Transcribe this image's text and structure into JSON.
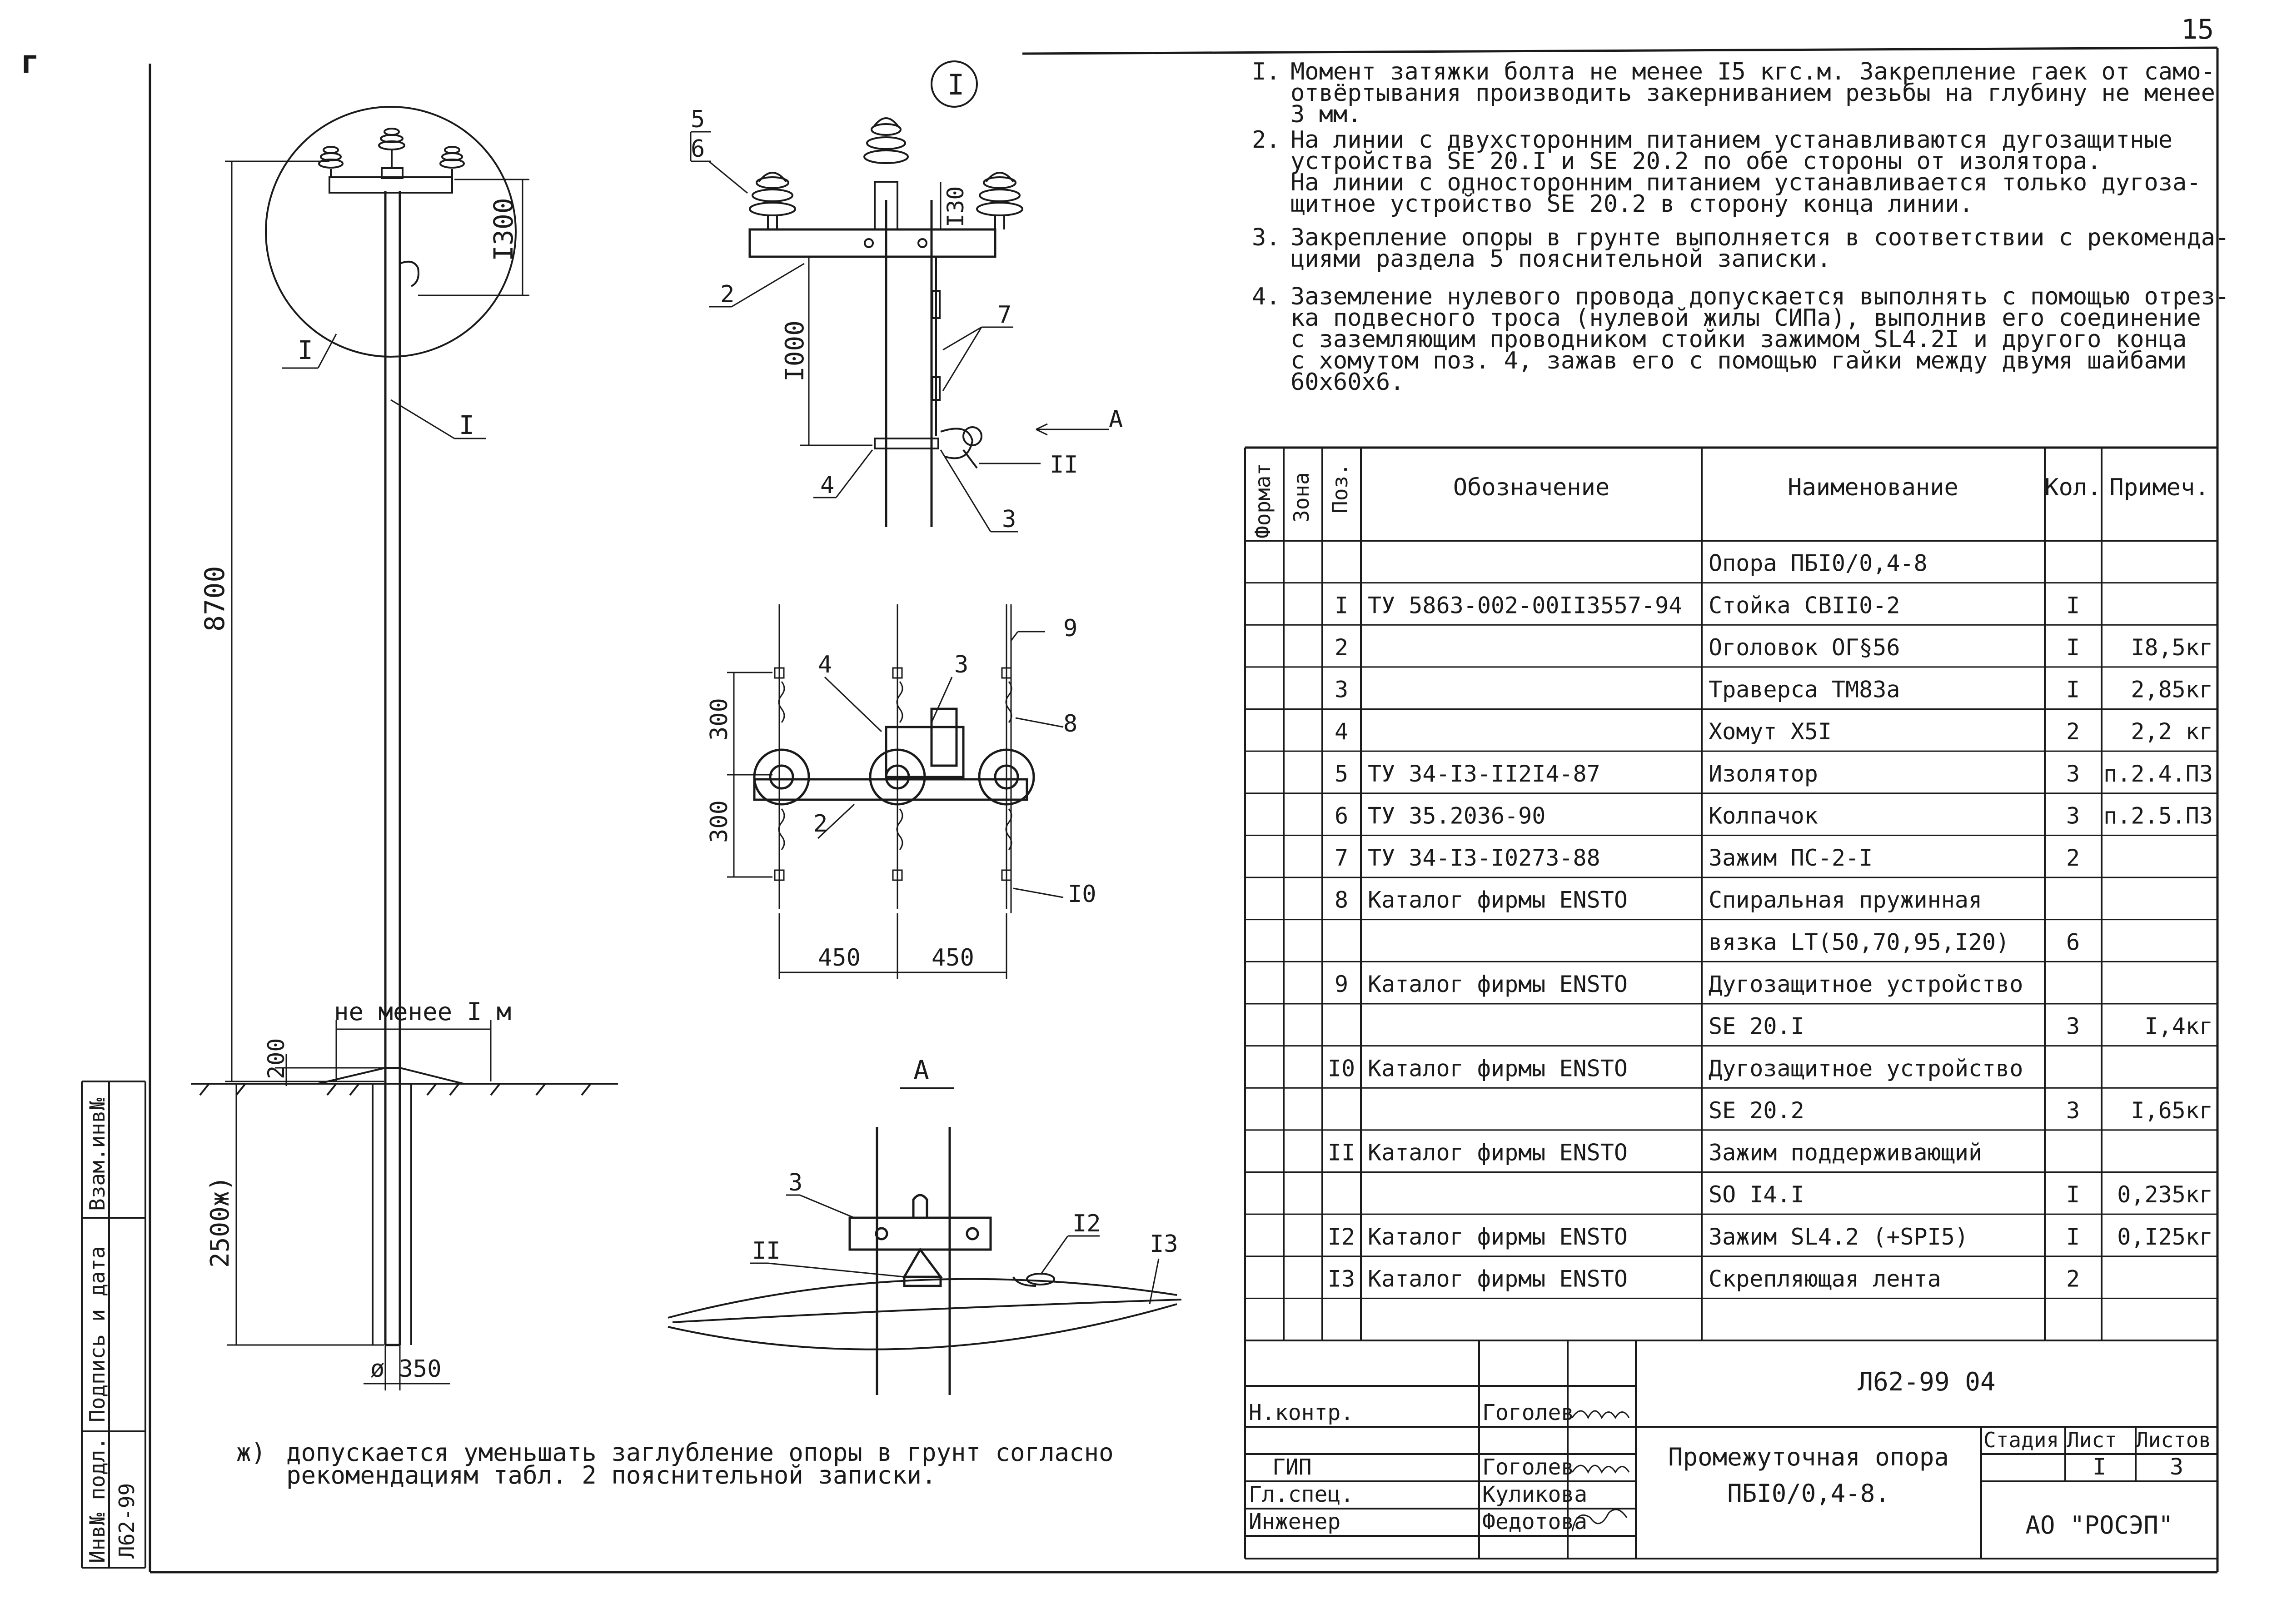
{
  "page_number": "15",
  "corner_mark": "г",
  "notes": [
    {
      "num": "I.",
      "lines": [
        "Момент затяжки болта не менее I5 кгс.м. Закрепление гаек от само-",
        "отвёртывания производить закерниванием резьбы на глубину не менее",
        "3 мм."
      ]
    },
    {
      "num": "2.",
      "lines": [
        "На линии с двухсторонним питанием устанавливаются дугозащитные",
        "устройства SE 20.I и SE 20.2 по обе стороны от изолятора.",
        "На линии с односторонним питанием устанавливается только дугоза-",
        "щитное устройство SE 20.2 в сторону конца линии."
      ]
    },
    {
      "num": "3.",
      "lines": [
        "Закрепление опоры в грунте выполняется в соответствии с рекоменда-",
        "циями раздела 5 пояснительной записки."
      ]
    },
    {
      "num": "4.",
      "lines": [
        "Заземление нулевого провода допускается выполнять с помощью отрез-",
        "ка подвесного троса (нулевой жилы СИПа), выполнив его соединение",
        "с заземляющим проводником стойки зажимом SL4.2I и другого конца",
        "с хомутом поз. 4, зажав его с помощью гайки между двумя шайбами",
        "60x60x6."
      ]
    }
  ],
  "spec_table": {
    "headers": {
      "format": "Формат",
      "zone": "Зона",
      "pos": "Поз.",
      "designation": "Обозначение",
      "name": "Наименование",
      "qty": "Кол.",
      "note": "Примеч."
    },
    "rows": [
      {
        "pos": "",
        "designation": "",
        "name": "Опора ПБI0/0,4-8",
        "qty": "",
        "note": ""
      },
      {
        "pos": "I",
        "designation": "ТУ 5863-002-00II3557-94",
        "name": "Стойка СВII0-2",
        "qty": "I",
        "note": ""
      },
      {
        "pos": "2",
        "designation": "",
        "name": "Оголовок ОГ§56",
        "qty": "I",
        "note": "I8,5кг"
      },
      {
        "pos": "3",
        "designation": "",
        "name": "Траверса ТМ83а",
        "qty": "I",
        "note": "2,85кг"
      },
      {
        "pos": "4",
        "designation": "",
        "name": "Хомут Х5I",
        "qty": "2",
        "note": "2,2 кг"
      },
      {
        "pos": "5",
        "designation": "ТУ 34-I3-II2I4-87",
        "name": "Изолятор",
        "qty": "3",
        "note": "п.2.4.ПЗ"
      },
      {
        "pos": "6",
        "designation": "ТУ 35.2036-90",
        "name": "Колпачок",
        "qty": "3",
        "note": "п.2.5.ПЗ"
      },
      {
        "pos": "7",
        "designation": "ТУ 34-I3-I0273-88",
        "name": "Зажим ПС-2-I",
        "qty": "2",
        "note": ""
      },
      {
        "pos": "8",
        "designation": "Каталог фирмы ENSTO",
        "name": "Спиральная пружинная",
        "qty": "",
        "note": ""
      },
      {
        "pos": "",
        "designation": "",
        "name": "вязка LT(50,70,95,I20)",
        "qty": "6",
        "note": ""
      },
      {
        "pos": "9",
        "designation": "Каталог фирмы ENSTO",
        "name": "Дугозащитное устройство",
        "qty": "",
        "note": ""
      },
      {
        "pos": "",
        "designation": "",
        "name": "SE 20.I",
        "qty": "3",
        "note": "I,4кг"
      },
      {
        "pos": "I0",
        "designation": "Каталог фирмы ENSTO",
        "name": "Дугозащитное устройство",
        "qty": "",
        "note": ""
      },
      {
        "pos": "",
        "designation": "",
        "name": "SE 20.2",
        "qty": "3",
        "note": "I,65кг"
      },
      {
        "pos": "II",
        "designation": "Каталог фирмы ENSTO",
        "name": "Зажим поддерживающий",
        "qty": "",
        "note": ""
      },
      {
        "pos": "",
        "designation": "",
        "name": "SO I4.I",
        "qty": "I",
        "note": "0,235кг"
      },
      {
        "pos": "I2",
        "designation": "Каталог фирмы ENSTO",
        "name": "Зажим SL4.2 (+SPI5)",
        "qty": "I",
        "note": "0,I25кг"
      },
      {
        "pos": "I3",
        "designation": "Каталог фирмы ENSTO",
        "name": "Скрепляющая лента",
        "qty": "2",
        "note": ""
      }
    ]
  },
  "title_block": {
    "code": "Л62-99 04",
    "roles": [
      {
        "role": "Н.контр.",
        "name": "Гоголев"
      },
      {
        "role": "ГИП",
        "name": "Гоголев"
      },
      {
        "role": "Гл.спец.",
        "name": "Куликова"
      },
      {
        "role": "Инженер",
        "name": "Федотова"
      }
    ],
    "title_line1": "Промежуточная опора",
    "title_line2": "ПБI0/0,4-8.",
    "stage_label": "Стадия",
    "sheet_label": "Лист",
    "sheets_label": "Листов",
    "sheet_value": "I",
    "sheets_value": "3",
    "organization": "АО \"РОСЭП\""
  },
  "side_stamp": {
    "inv_label": "Инв№ подл.",
    "sign_label": "Подпись и дата",
    "vzam_label": "Взам.инв№",
    "inv_value": "Л62-99"
  },
  "footnote": {
    "mark": "ж)",
    "lines": [
      "допускается уменьшать заглубление опоры в грунт согласно",
      "рекомендациям табл. 2 пояснительной записки."
    ]
  },
  "pole_view": {
    "height_dim": "8700",
    "top_dim": "I300",
    "below_ground_dim": "2500ж)",
    "mound_dim": "200",
    "diameter_dim": "ø 350",
    "min_width": "не менее I м",
    "callout_pole": "I",
    "callout_detail": "I"
  },
  "detail_I": {
    "circle_label": "I",
    "labels": {
      "n5": "5",
      "n6": "6",
      "n2": "2",
      "n7": "7",
      "n4": "4",
      "n3": "3",
      "n11": "II",
      "arrowA": "A"
    },
    "dim_130": "I30",
    "dim_1000": "I000"
  },
  "plan_view": {
    "labels": {
      "n4": "4",
      "n3": "3",
      "n9": "9",
      "n8": "8",
      "n2": "2",
      "n10": "I0"
    },
    "dim_300a": "300",
    "dim_300b": "300",
    "dim_450a": "450",
    "dim_450b": "450"
  },
  "view_A": {
    "title": "A",
    "labels": {
      "n3": "3",
      "n11": "II",
      "n12": "I2",
      "n13": "I3"
    }
  }
}
